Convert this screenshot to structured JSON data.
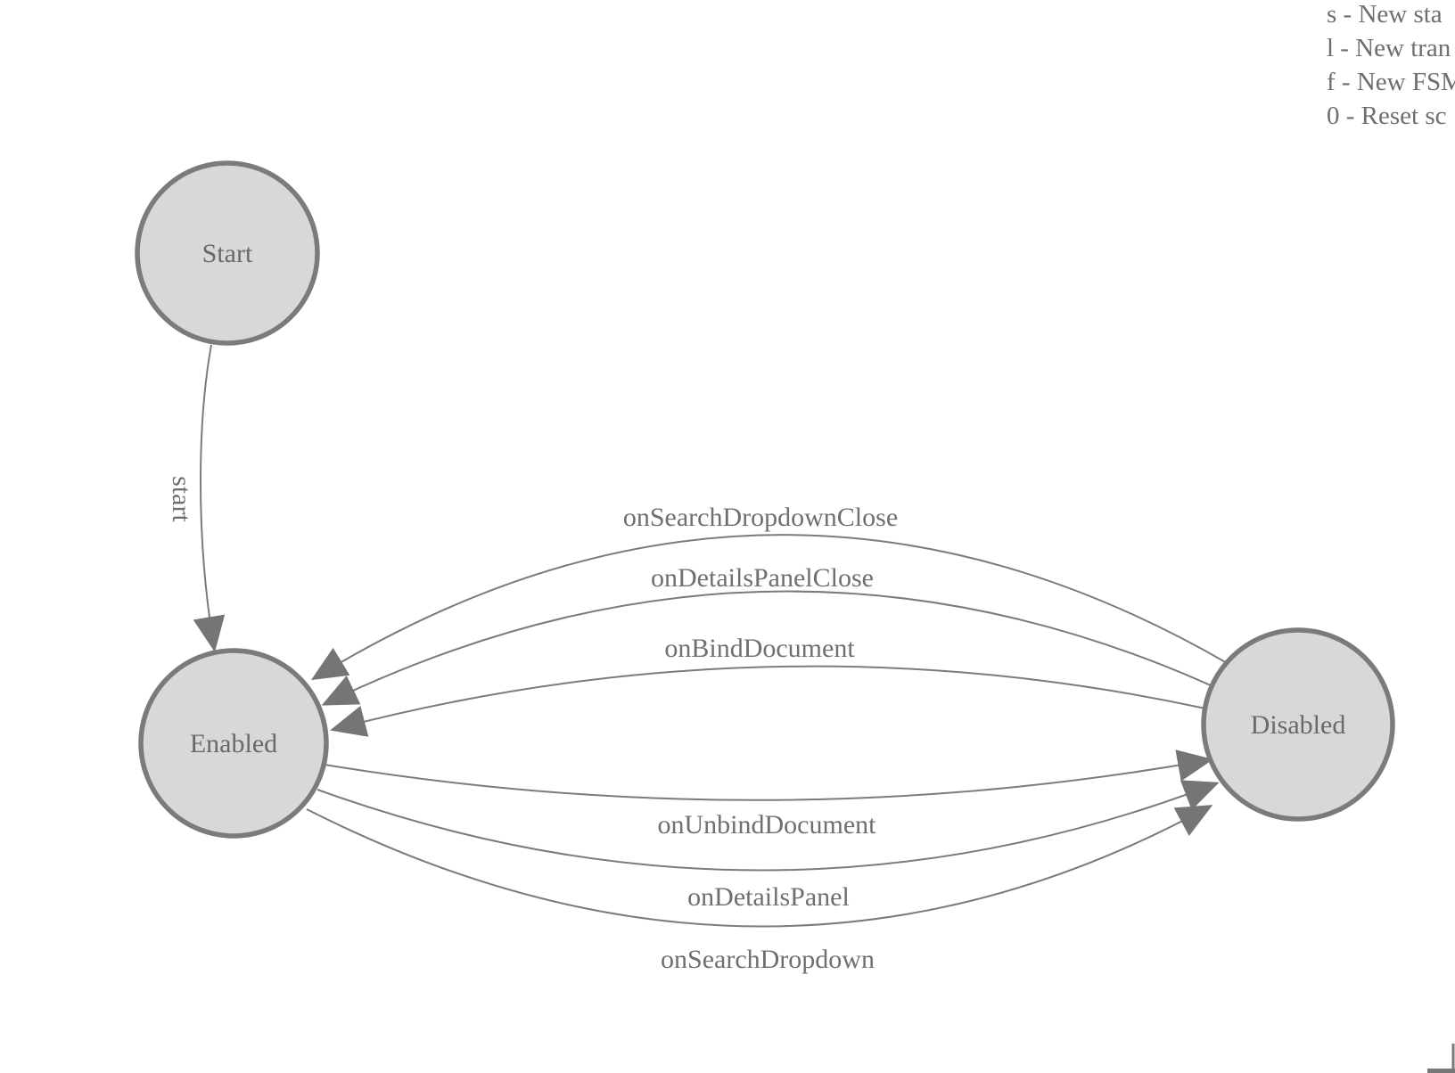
{
  "shortcuts": {
    "lines": [
      "s - New sta",
      "l - New tran",
      "f - New FSM",
      "0 - Reset sc"
    ]
  },
  "fsm": {
    "nodes": [
      {
        "id": "start",
        "label": "Start"
      },
      {
        "id": "enabled",
        "label": "Enabled"
      },
      {
        "id": "disabled",
        "label": "Disabled"
      }
    ],
    "edges": [
      {
        "from": "Start",
        "to": "Enabled",
        "label": "start"
      },
      {
        "from": "Disabled",
        "to": "Enabled",
        "label": "onSearchDropdownClose"
      },
      {
        "from": "Disabled",
        "to": "Enabled",
        "label": "onDetailsPanelClose"
      },
      {
        "from": "Disabled",
        "to": "Enabled",
        "label": "onBindDocument"
      },
      {
        "from": "Enabled",
        "to": "Disabled",
        "label": "onUnbindDocument"
      },
      {
        "from": "Enabled",
        "to": "Disabled",
        "label": "onDetailsPanel"
      },
      {
        "from": "Enabled",
        "to": "Disabled",
        "label": "onSearchDropdown"
      }
    ]
  },
  "colors": {
    "node_fill": "#d8d8d8",
    "node_stroke": "#7b7b7b",
    "edge_stroke": "#7b7b7b",
    "label_text": "#6f6f6f"
  }
}
